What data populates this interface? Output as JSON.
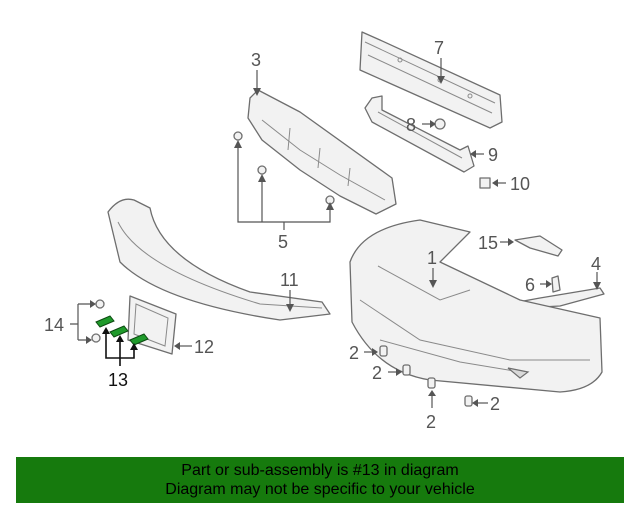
{
  "callouts": {
    "c1": "1",
    "c2a": "2",
    "c2b": "2",
    "c2c": "2",
    "c2d": "2",
    "c3": "3",
    "c4": "4",
    "c5": "5",
    "c6": "6",
    "c7": "7",
    "c8": "8",
    "c9": "9",
    "c10": "10",
    "c11": "11",
    "c12": "12",
    "c13": "13",
    "c14": "14",
    "c15": "15"
  },
  "highlight": {
    "part_number": "13",
    "color": "#1f9a2b"
  },
  "banner": {
    "line1": "Part or sub-assembly is #13 in diagram",
    "line2": "Diagram may not be specific to your vehicle",
    "background": "#167a0d"
  }
}
